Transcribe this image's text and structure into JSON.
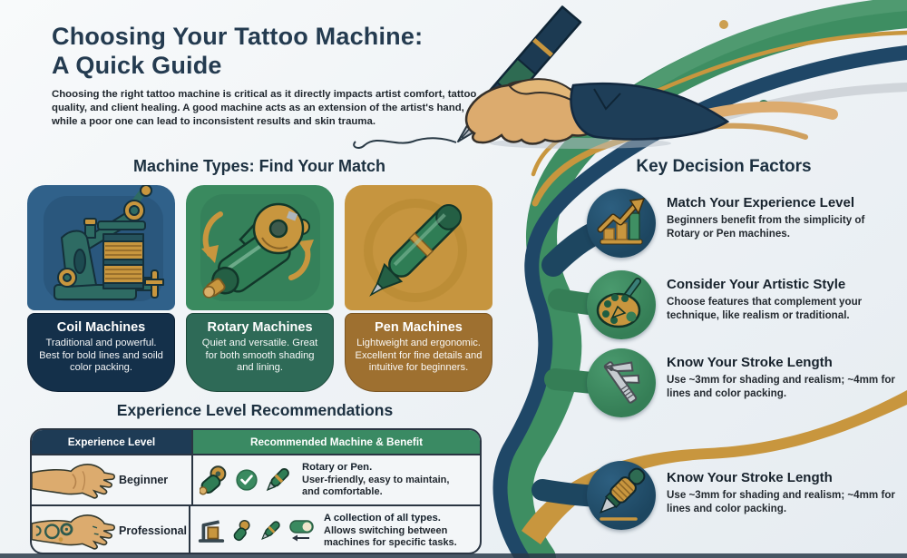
{
  "title": "Choosing Your Tattoo Machine:\nA Quick Guide",
  "intro": "Choosing the right tattoo machine is critical as it directly impacts artist comfort, tattoo quality, and client healing. A good machine acts as an extension of the artist's hand, while a poor one can lead to inconsistent results and skin trauma.",
  "machine_types": {
    "heading": "Machine Types: Find Your Match",
    "cards": [
      {
        "name": "Coil Machines",
        "description": "Traditional and powerful. Best for bold lines and soild color packing.",
        "icon": "coil-machine-icon",
        "image_bg": "#30618a",
        "caption_bg": "#14304a"
      },
      {
        "name": "Rotary Machines",
        "description": "Quiet and versatile. Great for both smooth shading and lining.",
        "icon": "rotary-machine-icon",
        "image_bg": "#3a8a5f",
        "caption_bg": "#2e6a57"
      },
      {
        "name": "Pen Machines",
        "description": "Lightweight and ergonomic. Excellent for fine details and intuitive for beginners.",
        "icon": "pen-machine-icon",
        "image_bg": "#c6953f",
        "caption_bg": "#9e7030"
      }
    ]
  },
  "key_factors": {
    "heading": "Key Decision Factors",
    "items": [
      {
        "title": "Match Your Experience Level",
        "description": "Beginners benefit from the simplicity of Rotary or Pen machines.",
        "icon": "growth-chart-icon",
        "icon_bg": "#1d4660"
      },
      {
        "title": "Consider Your Artistic Style",
        "description": "Choose features that complement your technique, like realism or traditional.",
        "icon": "palette-icon",
        "icon_bg": "#357e56"
      },
      {
        "title": "Know Your Stroke Length",
        "description": "Use ~3mm for shading and realism; ~4mm for lines and color packing.",
        "icon": "caliper-icon",
        "icon_bg": "#357e56"
      },
      {
        "title": "Know Your Stroke Length",
        "description": "Use ~3mm for shading and realism; ~4mm for lines and color packing.",
        "icon": "pen-nib-icon",
        "icon_bg": "#1d4660"
      }
    ]
  },
  "experience_table": {
    "heading": "Experience Level Recommendations",
    "columns": [
      "Experience Level",
      "Recommended Machine & Benefit"
    ],
    "rows": [
      {
        "level": "Beginner",
        "level_icon": "bare-hand-icon",
        "machine": "Rotary or Pen.",
        "benefit": "User-friendly, easy to maintain, and comfortable.",
        "icons": [
          "rotary-machine-icon",
          "check-icon",
          "pen-machine-icon"
        ]
      },
      {
        "level": "Professional",
        "level_icon": "tattooed-hand-icon",
        "machine": "A collection of all types.",
        "benefit": "Allows switching between machines for specific tasks.",
        "icons": [
          "coil-machine-icon",
          "rotary-machine-icon",
          "pen-machine-icon",
          "toggle-switch-icon"
        ]
      }
    ]
  },
  "colors": {
    "navy": "#1d4660",
    "green": "#3e8e62",
    "gold": "#c8963e",
    "card_coil_bg": "#30618a",
    "card_coil_caption": "#14304a",
    "card_rotary_bg": "#3a8a5f",
    "card_rotary_caption": "#2e6a57",
    "card_pen_bg": "#c6953f",
    "card_pen_caption": "#9e7030",
    "table_header_navy": "#1e3b55",
    "table_header_green": "#3a8a63",
    "heading_text": "#1c3040",
    "background": "#eff3f6"
  }
}
